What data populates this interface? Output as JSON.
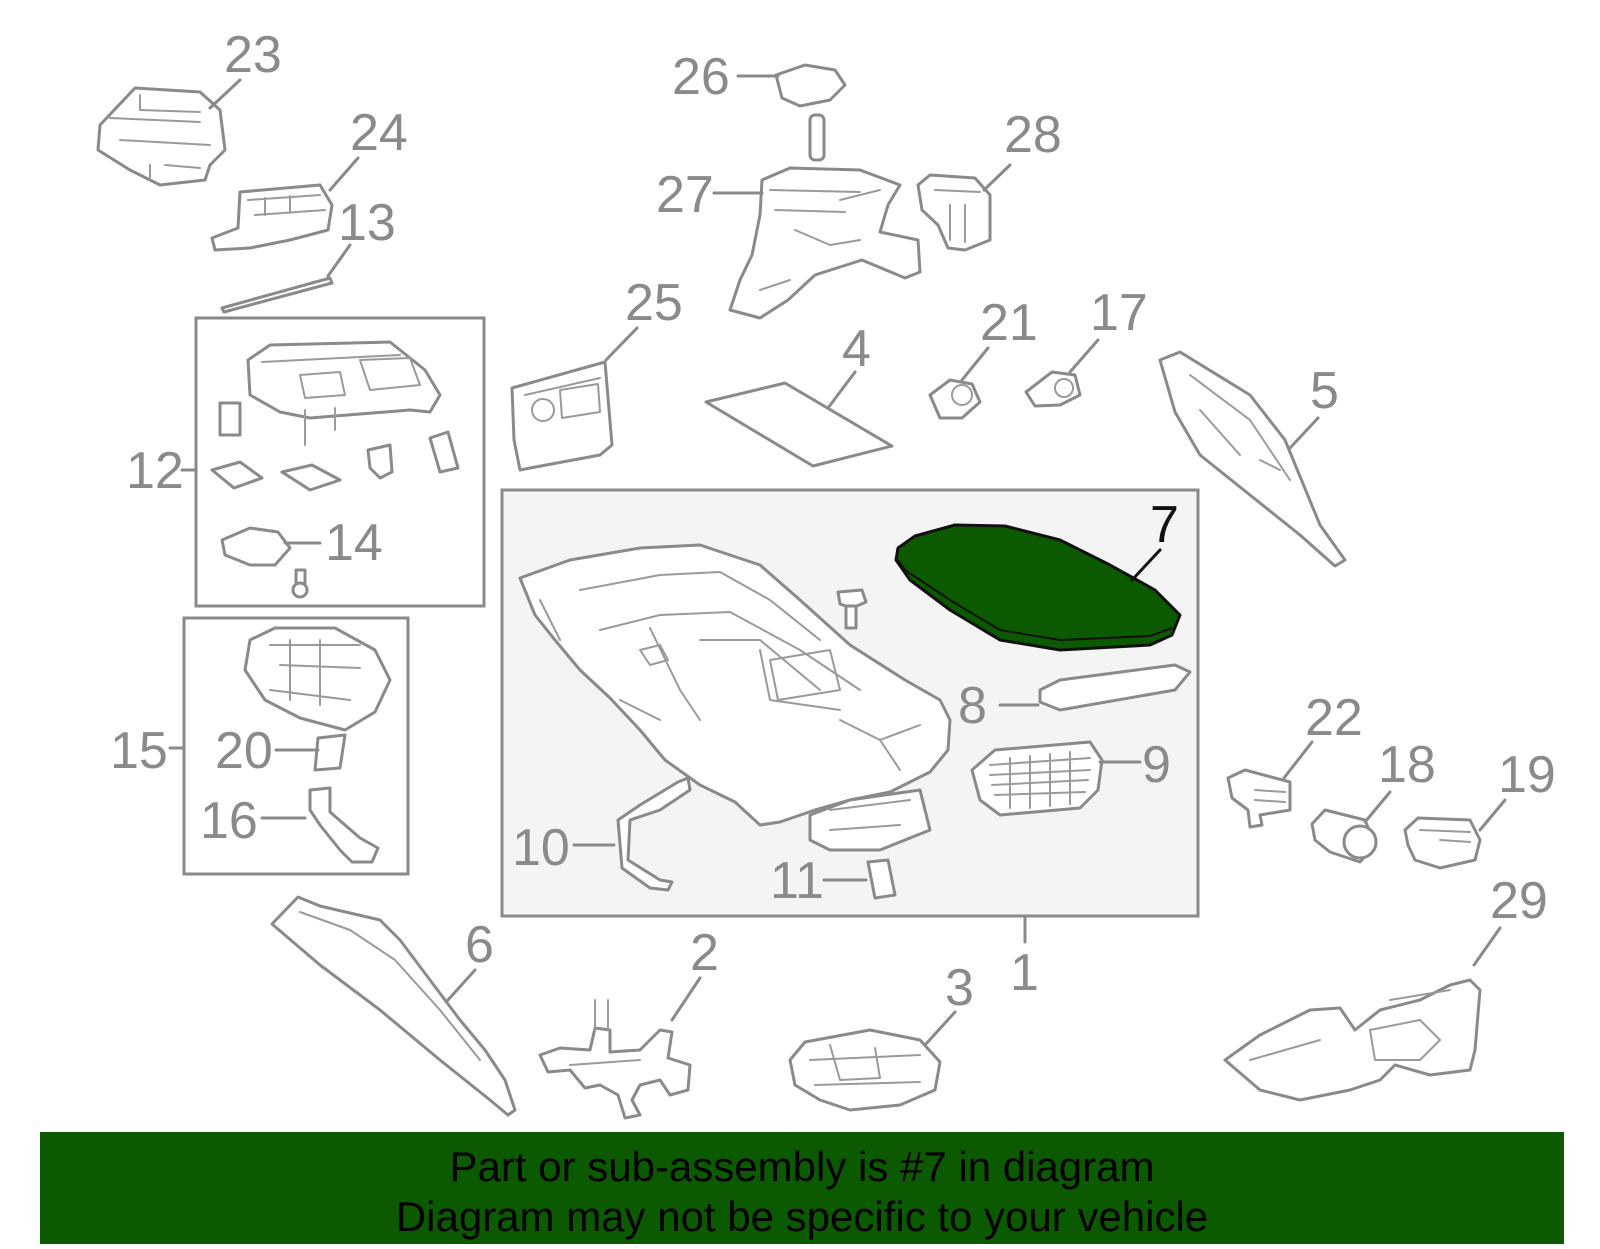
{
  "callouts": {
    "c1": "1",
    "c2": "2",
    "c3": "3",
    "c4": "4",
    "c5": "5",
    "c6": "6",
    "c7": "7",
    "c8": "8",
    "c9": "9",
    "c10": "10",
    "c11": "11",
    "c12": "12",
    "c13": "13",
    "c14": "14",
    "c15": "15",
    "c16": "16",
    "c17": "17",
    "c18": "18",
    "c19": "19",
    "c20": "20",
    "c21": "21",
    "c22": "22",
    "c23": "23",
    "c24": "24",
    "c25": "25",
    "c26": "26",
    "c27": "27",
    "c28": "28",
    "c29": "29"
  },
  "highlighted_part": "7",
  "colors": {
    "highlight": "#0b5a00",
    "line": "#8a8a8a",
    "group_box_fill": "#f4f4f4"
  },
  "banner": {
    "line1": "Part or sub-assembly is #7 in diagram",
    "line2": "Diagram may not be specific to your vehicle"
  }
}
